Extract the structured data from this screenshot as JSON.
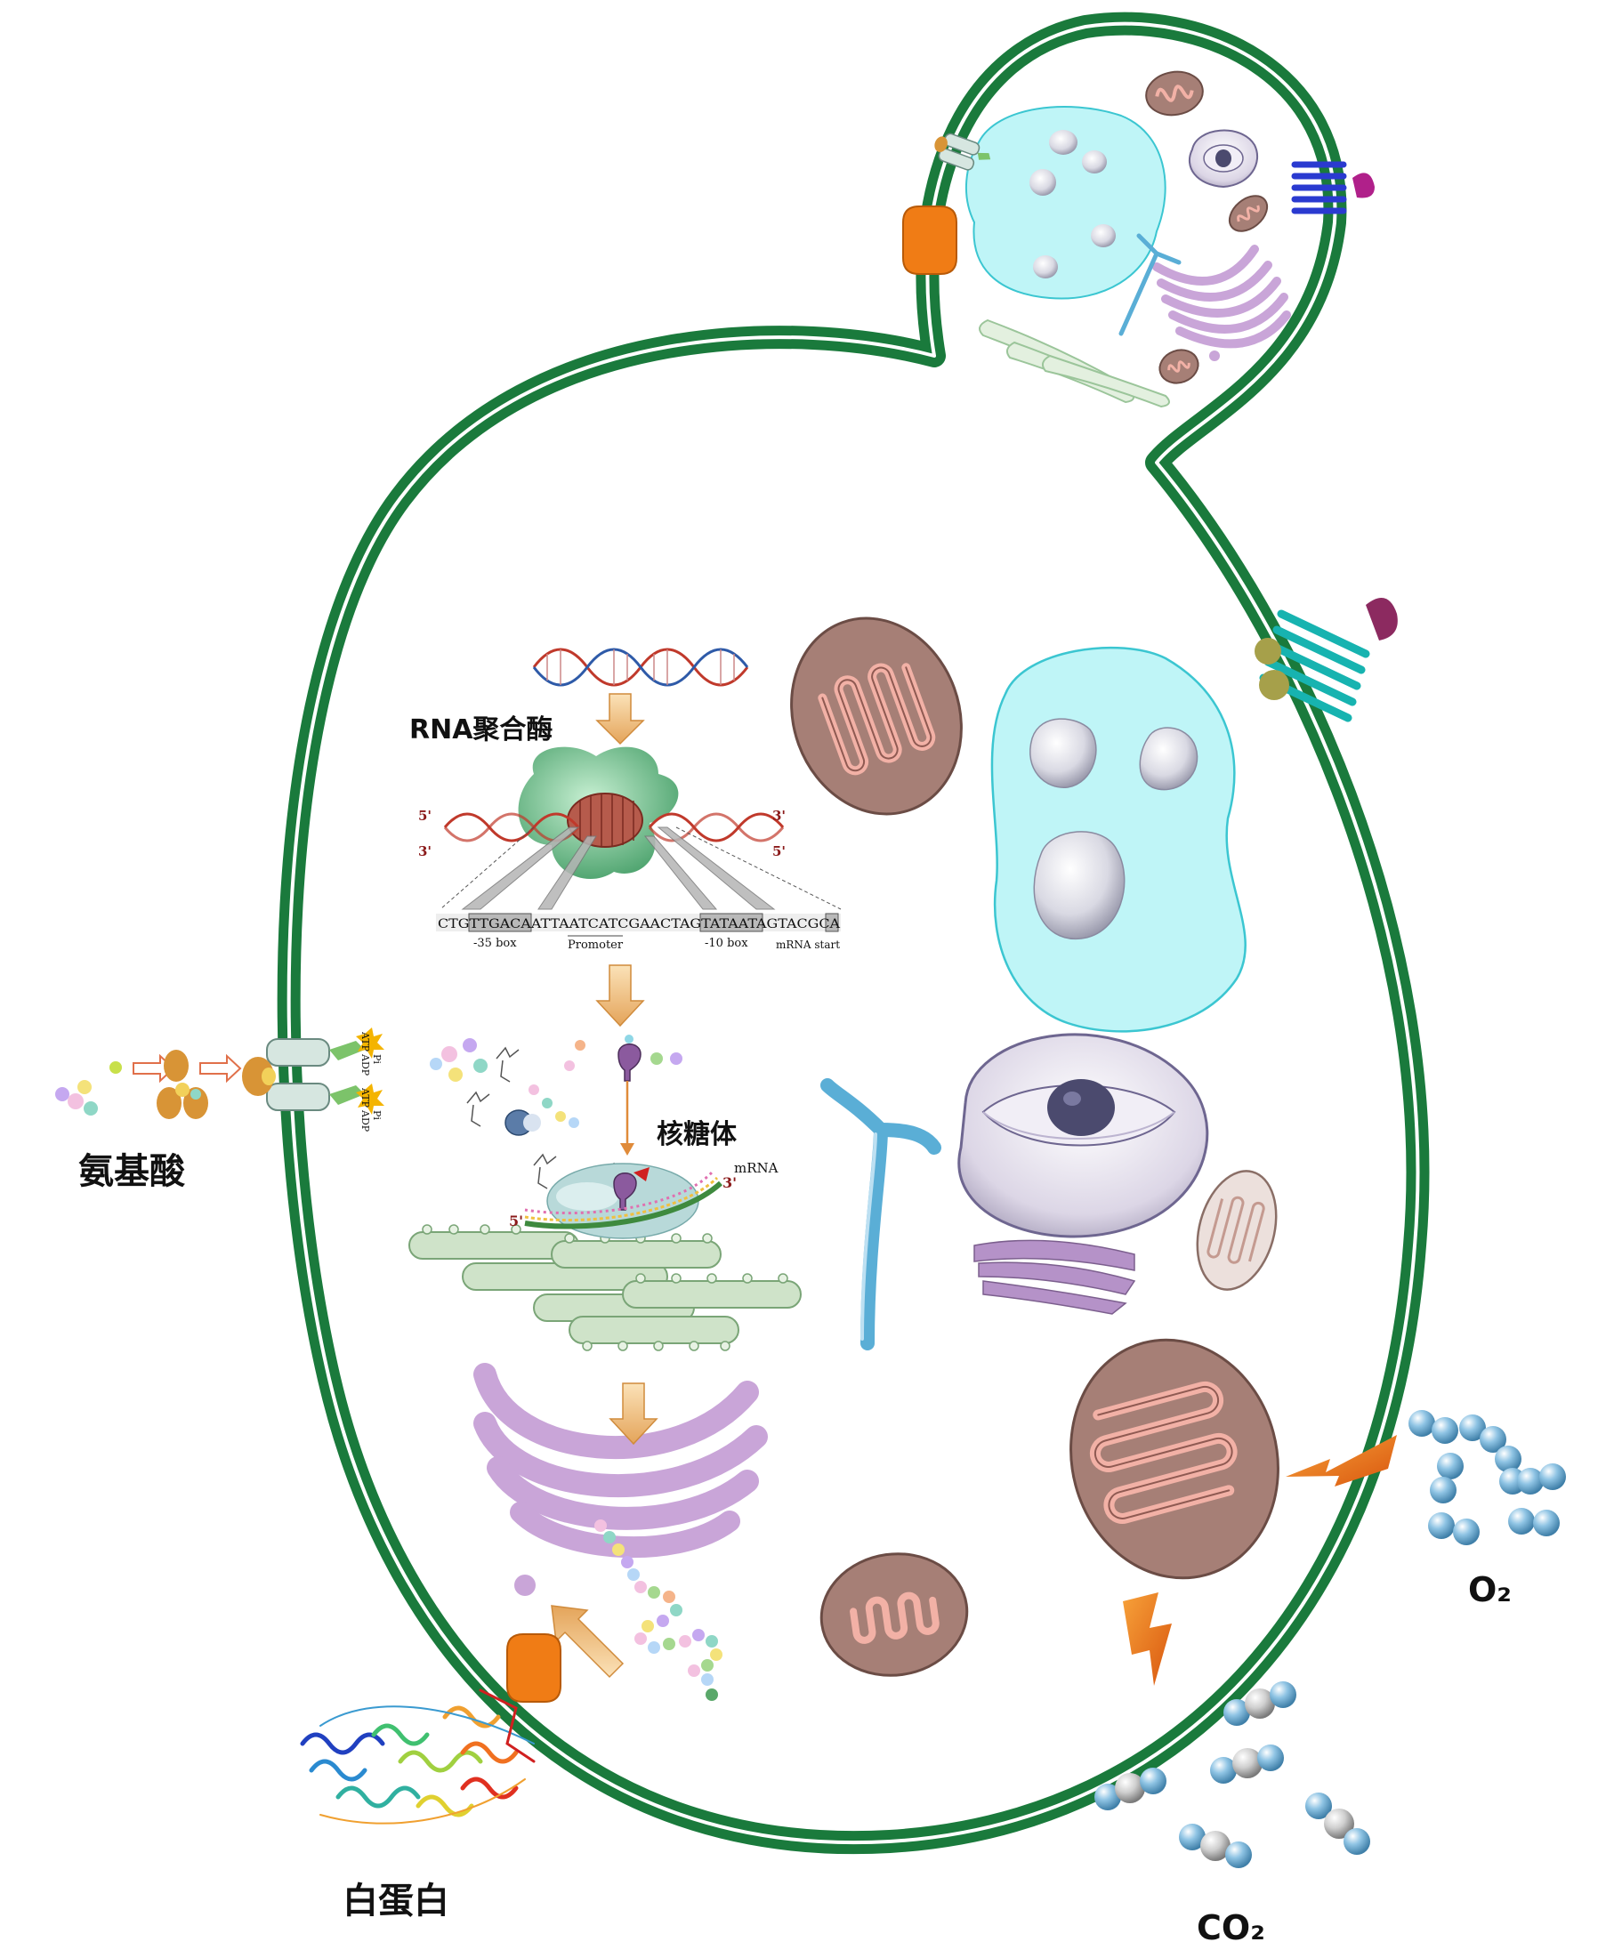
{
  "labels": {
    "rna_polymerase": "RNA聚合酶",
    "ribosome": "核糖体",
    "mrna": "mRNA",
    "amino_acid": "氨基酸",
    "protein": "白蛋白",
    "o2": "O₂",
    "co2": "CO₂"
  },
  "promoter": {
    "sequence": "CTGTTGACAATTAATCATCGAACTAGTATAATAGTACGCA",
    "box35": "-35 box",
    "promoter": "Promoter",
    "box10": "-10 box",
    "mrna_start": "mRNA start",
    "five_prime": "5'",
    "three_prime": "3'"
  },
  "transporter": {
    "atp": "ATP",
    "adp": "ADP",
    "pi": "Pi"
  },
  "colors": {
    "cell_wall": "#1a7a3c",
    "nucleus": "#bff5f7",
    "mitochondrion": "#a67f76",
    "cristae": "#f2b1a6",
    "golgi": "#c9a5d8",
    "er": "#cfe3c9",
    "orange_arrow": "#e8771c",
    "transporter": "#f07c15",
    "cytoskeleton": "#5aaed6"
  }
}
